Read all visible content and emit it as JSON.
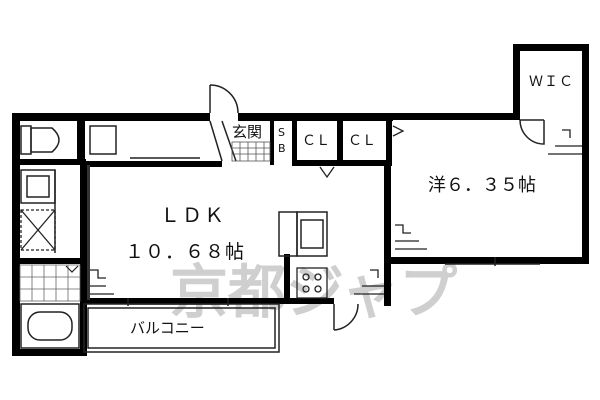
{
  "rooms": {
    "ldk_name": "ＬＤＫ",
    "ldk_size": "１０．６８帖",
    "western_room": "洋６．３５帖",
    "entrance": "玄関",
    "shoe_box_top": "S",
    "shoe_box_bottom": "B",
    "closet_1": "ＣＬ",
    "closet_2": "ＣＬ",
    "walk_in_closet": "ＷＩＣ",
    "balcony": "バルコニー"
  },
  "watermark": "京都ジャプ",
  "colors": {
    "wall": "#000000",
    "line": "#222222",
    "tile": "#555555",
    "watermark": "#cfcfcf"
  }
}
